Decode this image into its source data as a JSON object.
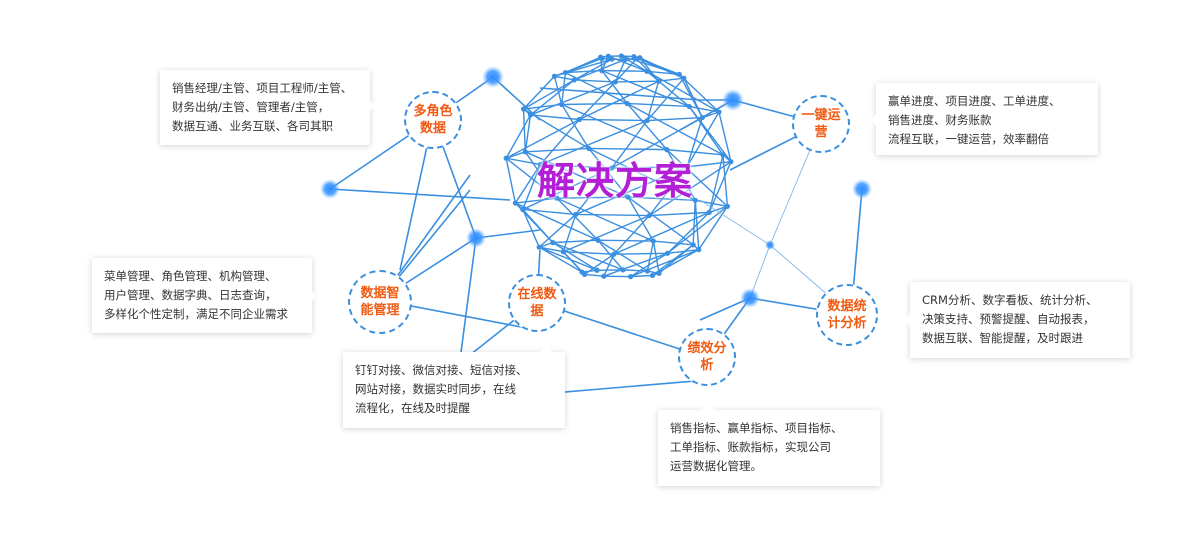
{
  "center": {
    "title": "解决方案"
  },
  "nodes": {
    "multi_role": {
      "label": "多角色数据"
    },
    "one_click": {
      "label": "一键运营"
    },
    "data_mgmt": {
      "label": "数据智能管理"
    },
    "online_data": {
      "label": "在线数据"
    },
    "performance": {
      "label": "绩效分析"
    },
    "data_stats": {
      "label": "数据统计分析"
    }
  },
  "boxes": {
    "multi_role": {
      "lines": [
        "销售经理/主管、项目工程师/主管、",
        "财务出纳/主管、管理者/主管，",
        "数据互通、业务互联、各司其职"
      ]
    },
    "one_click": {
      "lines": [
        "赢单进度、项目进度、工单进度、",
        "销售进度、财务账款",
        "流程互联，一键运营，效率翻倍"
      ]
    },
    "data_mgmt": {
      "lines": [
        "菜单管理、角色管理、机构管理、",
        "用户管理、数据字典、日志查询，",
        "多样化个性定制，满足不同企业需求"
      ]
    },
    "online_data": {
      "lines": [
        "钉钉对接、微信对接、短信对接、",
        "网站对接，数据实时同步，在线",
        "流程化，在线及时提醒"
      ]
    },
    "performance": {
      "lines": [
        "销售指标、赢单指标、项目指标、",
        "工单指标、账款指标，实现公司",
        "运营数据化管理。"
      ]
    },
    "data_stats": {
      "lines": [
        "CRM分析、数字看板、统计分析、",
        "决策支持、预警提醒、自动报表，",
        "数据互联、智能提醒，及时跟进"
      ]
    }
  },
  "colors": {
    "line": "#3a8fe0",
    "accent_text": "#f05a12",
    "center_text": "#b21fd6"
  }
}
